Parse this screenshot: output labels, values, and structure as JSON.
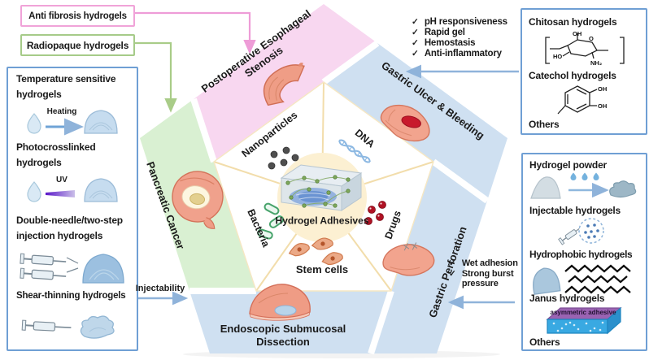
{
  "boxes": {
    "anti_fibrosis": "Anti fibrosis hydrogels",
    "radiopaque": "Radiopaque hydrogels"
  },
  "left_panel": {
    "item1": "Temperature sensitive hydrogels",
    "item1_arrow": "Heating",
    "item2": "Photocrosslinked hydrogels",
    "item2_arrow": "UV",
    "item3": "Double-needle/two-step injection hydrogels",
    "item4": "Shear-thinning hydrogels"
  },
  "connector_labels": {
    "injectability": "Injectability"
  },
  "pentagon": {
    "center": "Hydrogel Adhesives",
    "sections": {
      "pes": "Postoperative Esophageal Stenosis",
      "gub": "Gastric Ulcer & Bleeding",
      "gp": "Gastric Perforation",
      "esd": "Endoscopic Submucosal Dissection",
      "pc": "Pancreatic Cancer"
    },
    "payloads": {
      "nanoparticles": "Nanoparticles",
      "dna": "DNA",
      "bacteria": "Bacteria",
      "drugs": "Drugs",
      "stem_cells": "Stem cells"
    }
  },
  "checklists": {
    "check_glyph": "✓",
    "gub": [
      "pH responsiveness",
      "Rapid gel",
      "Hemostasis",
      "Anti-inflammatory"
    ],
    "gp": [
      "Wet adhesion",
      "Strong burst pressure"
    ]
  },
  "right_top_panel": {
    "item1": "Chitosan hydrogels",
    "item2": "Catechol hydrogels",
    "item3": "Others"
  },
  "right_bottom_panel": {
    "item1": "Hydrogel powder",
    "item2": "Injectable hydrogels",
    "item3": "Hydrophobic hydrogels",
    "item4": "Janus hydrogels",
    "janus_face_label": "asymmetric adhesive",
    "item5": "Others"
  },
  "chemistry": {
    "chitosan": {
      "oh": "OH",
      "o": "O",
      "ho": "HO",
      "nh2": "NH₂"
    },
    "catechol": {
      "oh1": "OH",
      "oh2": "OH"
    }
  },
  "colors": {
    "pink_section": "#f8d7f0",
    "green_section": "#d9f0d2",
    "blue_section": "#cfe0f1",
    "cream_circle": "#fcf0d2",
    "pink_border": "#f0a3d8",
    "green_border": "#a6cb89",
    "blue_border": "#6f9fd4",
    "arrow_blue": "#8fb3da"
  }
}
